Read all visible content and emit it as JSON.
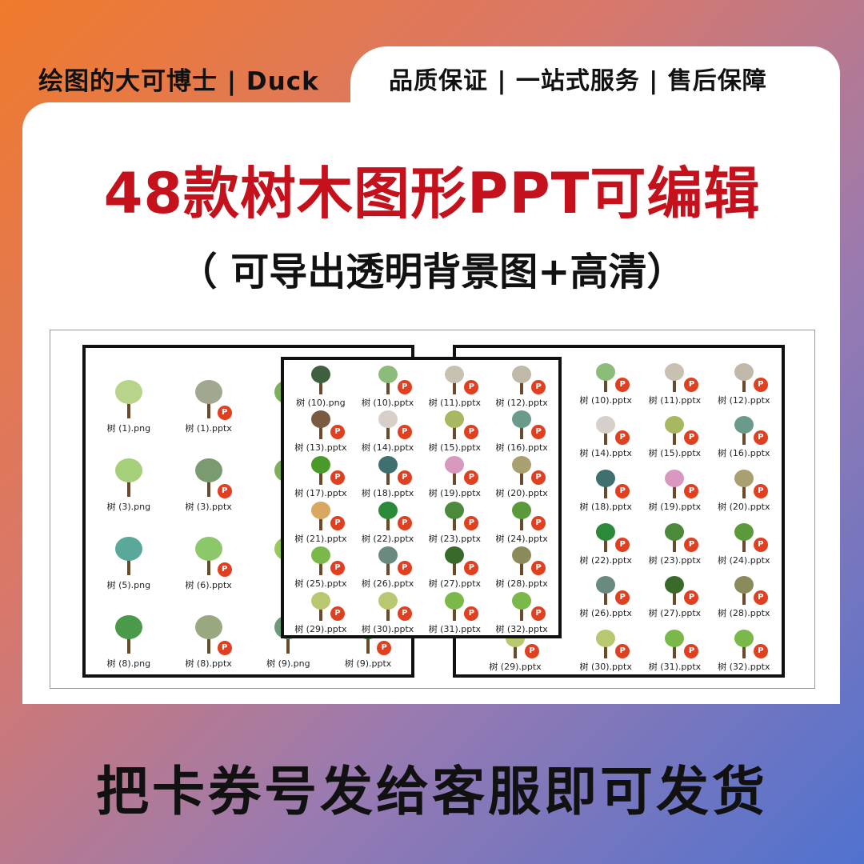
{
  "header": {
    "brand": "绘图的大可博士 | Duck",
    "slogan": "品质保证 | 一站式服务 | 售后保障"
  },
  "title": "48款树木图形PPT可编辑",
  "subtitle": "（ 可导出透明背景图+高清）",
  "ppt_icon_label": "P",
  "colors": {
    "title": "#c4111b",
    "ppt": "#e0401f",
    "tree": "#5a9a3a"
  },
  "panels": {
    "left": [
      {
        "label": "树 (1).png",
        "ppt": false,
        "color": "#b8d48a"
      },
      {
        "label": "树 (1).pptx",
        "ppt": true,
        "color": "#a0a890"
      },
      {
        "label": "",
        "ppt": false,
        "color": "#7fae5a"
      },
      {
        "label": "",
        "ppt": false,
        "color": "#7fae5a"
      },
      {
        "label": "树 (3).png",
        "ppt": false,
        "color": "#a6cf7a"
      },
      {
        "label": "树 (3).pptx",
        "ppt": true,
        "color": "#7a9a70"
      },
      {
        "label": "",
        "ppt": false,
        "color": "#7fae5a"
      },
      {
        "label": "",
        "ppt": false,
        "color": "#7fae5a"
      },
      {
        "label": "树 (5).png",
        "ppt": false,
        "color": "#5aa89a"
      },
      {
        "label": "树 (6).pptx",
        "ppt": true,
        "color": "#8cc86a"
      },
      {
        "label": "",
        "ppt": false,
        "color": "#9ac85a"
      },
      {
        "label": "",
        "ppt": false,
        "color": "#7fae5a"
      },
      {
        "label": "树 (8).png",
        "ppt": false,
        "color": "#4a9a4a"
      },
      {
        "label": "树 (8).pptx",
        "ppt": true,
        "color": "#9aa880"
      },
      {
        "label": "树 (9).png",
        "ppt": false,
        "color": "#6a9a7a"
      },
      {
        "label": "树 (9).pptx",
        "ppt": true,
        "color": "#3a7a3a"
      }
    ],
    "middle": [
      {
        "label": "树 (10).png",
        "ppt": false,
        "color": "#3f5f3f"
      },
      {
        "label": "树 (10).pptx",
        "ppt": true,
        "color": "#8cbc7a"
      },
      {
        "label": "树 (11).pptx",
        "ppt": true,
        "color": "#c8c0b0"
      },
      {
        "label": "树 (12).pptx",
        "ppt": true,
        "color": "#c0b8a8"
      },
      {
        "label": "树 (13).pptx",
        "ppt": true,
        "color": "#7a5a40"
      },
      {
        "label": "树 (14).pptx",
        "ppt": true,
        "color": "#d8d0c8"
      },
      {
        "label": "树 (15).pptx",
        "ppt": true,
        "color": "#a8b860"
      },
      {
        "label": "树 (16).pptx",
        "ppt": true,
        "color": "#6a9a8a"
      },
      {
        "label": "树 (17).pptx",
        "ppt": true,
        "color": "#4a9a2a"
      },
      {
        "label": "树 (18).pptx",
        "ppt": true,
        "color": "#3f6f70"
      },
      {
        "label": "树 (19).pptx",
        "ppt": true,
        "color": "#d898c0"
      },
      {
        "label": "树 (20).pptx",
        "ppt": true,
        "color": "#a8a070"
      },
      {
        "label": "树 (21).pptx",
        "ppt": true,
        "color": "#d8a860"
      },
      {
        "label": "树 (22).pptx",
        "ppt": true,
        "color": "#2a8a3a"
      },
      {
        "label": "树 (23).pptx",
        "ppt": true,
        "color": "#4a8a3a"
      },
      {
        "label": "树 (24).pptx",
        "ppt": true,
        "color": "#5a9a3a"
      },
      {
        "label": "树 (25).pptx",
        "ppt": true,
        "color": "#7ab84a"
      },
      {
        "label": "树 (26).pptx",
        "ppt": true,
        "color": "#6a8a80"
      },
      {
        "label": "树 (27).pptx",
        "ppt": true,
        "color": "#3a6a2a"
      },
      {
        "label": "树 (28).pptx",
        "ppt": true,
        "color": "#8a8a5a"
      },
      {
        "label": "树 (29).pptx",
        "ppt": true,
        "color": "#b8c870"
      },
      {
        "label": "树 (30).pptx",
        "ppt": true,
        "color": "#b8c870"
      },
      {
        "label": "树 (31).pptx",
        "ppt": true,
        "color": "#7ab84a"
      },
      {
        "label": "树 (32).pptx",
        "ppt": true,
        "color": "#7ab84a"
      }
    ],
    "right": [
      {
        "label": "",
        "ppt": false,
        "color": "#3f5f3f"
      },
      {
        "label": "树 (10).pptx",
        "ppt": true,
        "color": "#8cbc7a"
      },
      {
        "label": "树 (11).pptx",
        "ppt": true,
        "color": "#c8c0b0"
      },
      {
        "label": "树 (12).pptx",
        "ppt": true,
        "color": "#c0b8a8"
      },
      {
        "label": "",
        "ppt": true,
        "color": "#7a5a40"
      },
      {
        "label": "树 (14).pptx",
        "ppt": true,
        "color": "#d8d0c8"
      },
      {
        "label": "树 (15).pptx",
        "ppt": true,
        "color": "#a8b860"
      },
      {
        "label": "树 (16).pptx",
        "ppt": true,
        "color": "#6a9a8a"
      },
      {
        "label": "",
        "ppt": true,
        "color": "#4a9a2a"
      },
      {
        "label": "树 (18).pptx",
        "ppt": true,
        "color": "#3f6f70"
      },
      {
        "label": "树 (19).pptx",
        "ppt": true,
        "color": "#d898c0"
      },
      {
        "label": "树 (20).pptx",
        "ppt": true,
        "color": "#a8a070"
      },
      {
        "label": "",
        "ppt": true,
        "color": "#d8a860"
      },
      {
        "label": "树 (22).pptx",
        "ppt": true,
        "color": "#2a8a3a"
      },
      {
        "label": "树 (23).pptx",
        "ppt": true,
        "color": "#4a8a3a"
      },
      {
        "label": "树 (24).pptx",
        "ppt": true,
        "color": "#5a9a3a"
      },
      {
        "label": "",
        "ppt": true,
        "color": "#7ab84a"
      },
      {
        "label": "树 (26).pptx",
        "ppt": true,
        "color": "#6a8a80"
      },
      {
        "label": "树 (27).pptx",
        "ppt": true,
        "color": "#3a6a2a"
      },
      {
        "label": "树 (28).pptx",
        "ppt": true,
        "color": "#8a8a5a"
      },
      {
        "label": "树 (29).pptx",
        "ppt": true,
        "color": "#b8c870"
      },
      {
        "label": "树 (30).pptx",
        "ppt": true,
        "color": "#b8c870"
      },
      {
        "label": "树 (31).pptx",
        "ppt": true,
        "color": "#7ab84a"
      },
      {
        "label": "树 (32).pptx",
        "ppt": true,
        "color": "#7ab84a"
      }
    ]
  },
  "footer": "把卡券号发给客服即可发货"
}
